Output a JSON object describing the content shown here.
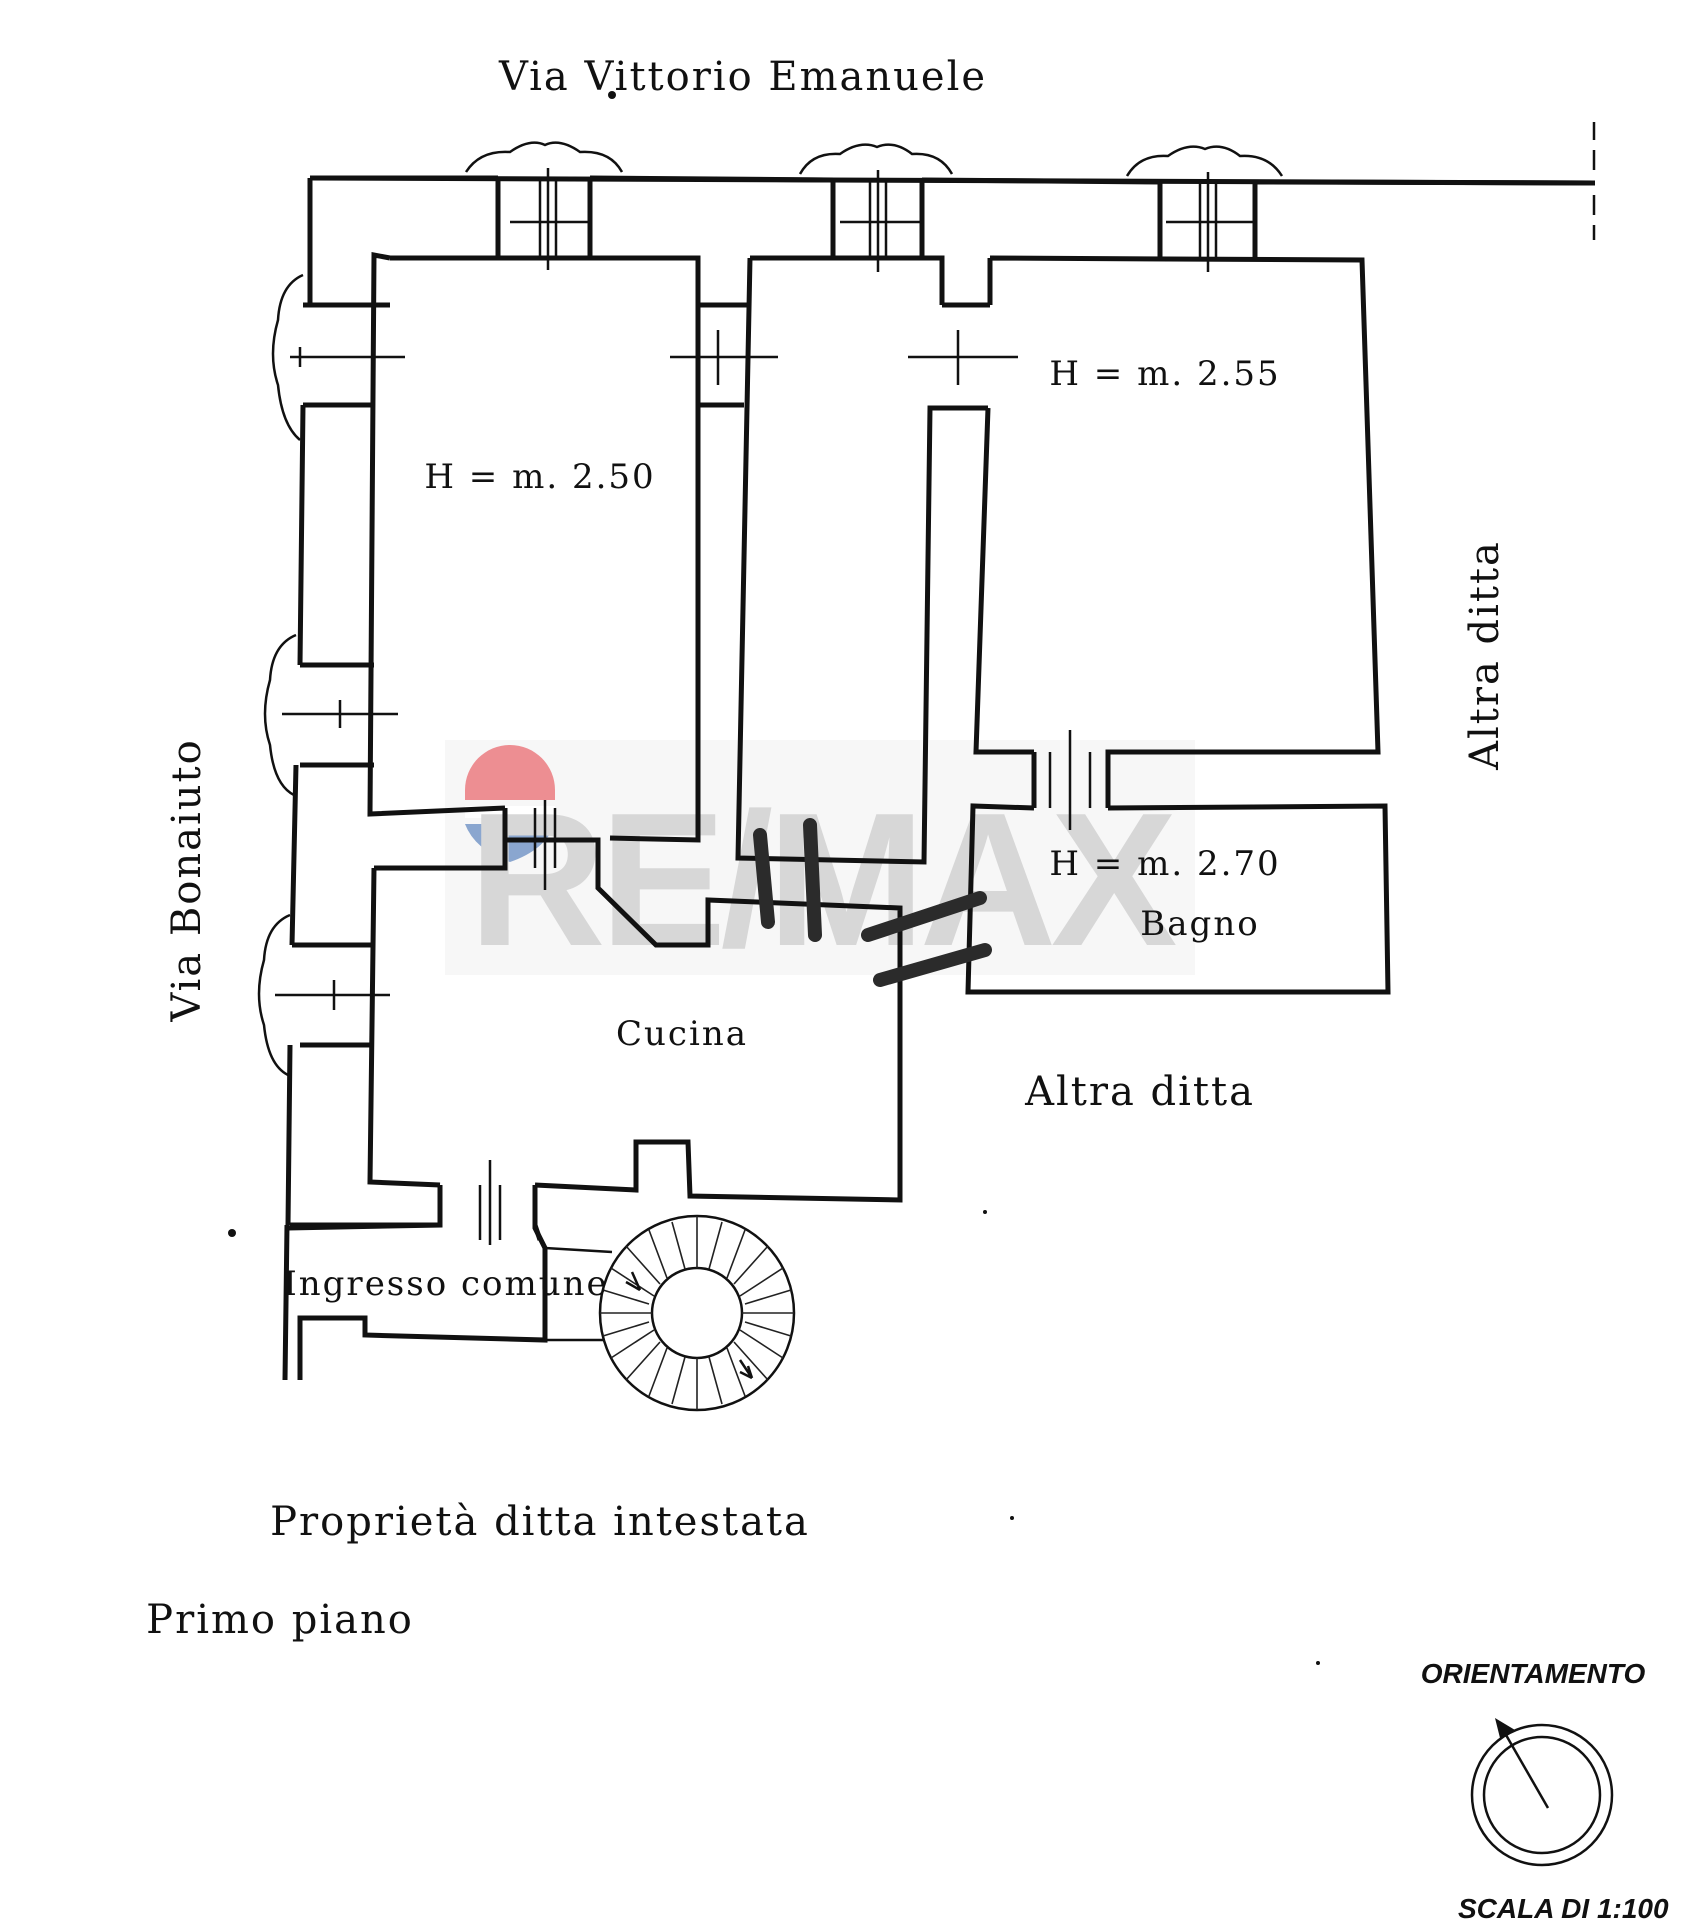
{
  "plan": {
    "streets": {
      "top": "Via Vittorio Emanuele",
      "left": "Via Bonaiuto"
    },
    "rooms": {
      "room1_height": "H  =  m.  2.50",
      "room2_height": "H  =  m.  2.55",
      "bagno_height": "H  =  m.  2.70",
      "bagno": "Bagno",
      "cucina": "Cucina",
      "ingresso": "Ingresso comune"
    },
    "neighbors": {
      "right": "Altra ditta",
      "bottom_right": "Altra ditta"
    },
    "ownership": "Proprietà ditta intestata",
    "floor": "Primo piano",
    "orientation_label": "ORIENTAMENTO",
    "scale_label": "SCALA DI 1:100",
    "watermark": "RE/MAX",
    "colors": {
      "line": "#111111",
      "watermark_red": "#e0323a",
      "watermark_blue": "#2c5fa8",
      "watermark_text": "#b8b8b8"
    }
  }
}
